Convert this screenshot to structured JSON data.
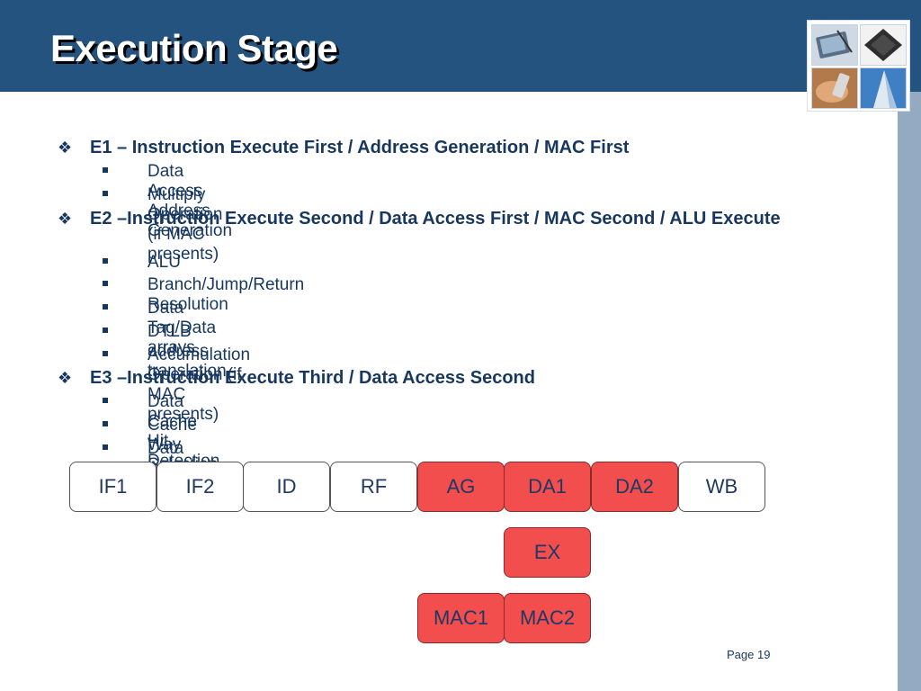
{
  "slide": {
    "title": "Execution Stage",
    "page_label": "Page 19"
  },
  "bullets": [
    {
      "text": "E1 – Instruction Execute First / Address Generation / MAC First",
      "sub": [
        "Data Access Address Generation",
        "Multiply Operation (if MAC presents)"
      ]
    },
    {
      "text": "E2 –Instruction Execute Second / Data Access First / MAC Second / ALU Execute",
      "sub": [
        "ALU",
        "Branch/Jump/Return Resolution",
        "Data Tag/Data arrays",
        "DTLB address translation",
        "Accumulation Operation (if MAC presents)"
      ]
    },
    {
      "text": "E3 –Instruction Execute Third / Data Access Second",
      "sub": [
        "Data Cache Hit Detection",
        "Cache Way Selection",
        "Data Alignment"
      ]
    }
  ],
  "pipeline": {
    "stages": [
      "IF1",
      "IF2",
      "ID",
      "RF",
      "AG",
      "DA1",
      "DA2",
      "WB"
    ],
    "ex": "EX",
    "mac": [
      "MAC1",
      "MAC2"
    ],
    "highlight_color": "#f24e4e"
  },
  "decor": {
    "bullet_icon": "diamond-bullet-icon",
    "sub_bullet_icon": "square-bullet-icon",
    "logo_tiles": [
      "tablet-stylus-image",
      "microchip-image",
      "hand-phone-image",
      "skyscraper-image"
    ]
  }
}
